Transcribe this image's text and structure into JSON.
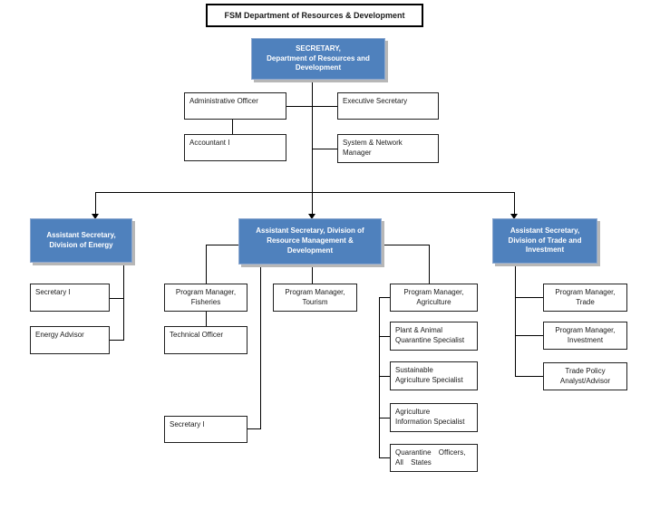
{
  "title": "FSM Department of Resources & Development",
  "colors": {
    "box_blue": "#4f81bd",
    "box_blue_border": "#8fa9cf",
    "box_shadow": "#b7b7b7",
    "box_white_border": "#1f1f1f",
    "connector_line": "#000000",
    "text_on_blue": "#ffffff",
    "text": "#1a1a1a",
    "background": "#ffffff"
  },
  "nodes": {
    "secretary": {
      "label": "SECRETARY,\nDepartment of Resources and\nDevelopment"
    },
    "administrative_officer": {
      "label": "Administrative Officer"
    },
    "executive_secretary": {
      "label": "Executive Secretary"
    },
    "accountant_i": {
      "label": "Accountant I"
    },
    "system_network_manager": {
      "label": "System & Network\nManager"
    },
    "as_energy": {
      "label": "Assistant Secretary,\nDivision of Energy"
    },
    "as_resource_management": {
      "label": "Assistant Secretary, Division of\nResource Management &\nDevelopment"
    },
    "as_trade_investment": {
      "label": "Assistant Secretary,\nDivision of Trade and\nInvestment"
    },
    "secretary_i_energy": {
      "label": "Secretary I"
    },
    "energy_advisor": {
      "label": "Energy Advisor"
    },
    "pm_fisheries": {
      "label": "Program Manager,\nFisheries"
    },
    "technical_officer": {
      "label": "Technical Officer"
    },
    "secretary_i_rmd": {
      "label": "Secretary I"
    },
    "pm_tourism": {
      "label": "Program Manager,\nTourism"
    },
    "pm_agriculture": {
      "label": "Program Manager,\nAgriculture"
    },
    "plant_animal_quarantine": {
      "label": "Plant & Animal\nQuarantine Specialist"
    },
    "sustainable_agriculture": {
      "label": "Sustainable\nAgriculture Specialist"
    },
    "agriculture_information": {
      "label": "Agriculture\nInformation Specialist"
    },
    "quarantine_officers": {
      "label": "Quarantine Officers,\nAll States"
    },
    "pm_trade": {
      "label": "Program Manager,\nTrade"
    },
    "pm_investment": {
      "label": "Program Manager,\nInvestment"
    },
    "trade_policy": {
      "label": "Trade Policy\nAnalyst/Advisor"
    }
  }
}
